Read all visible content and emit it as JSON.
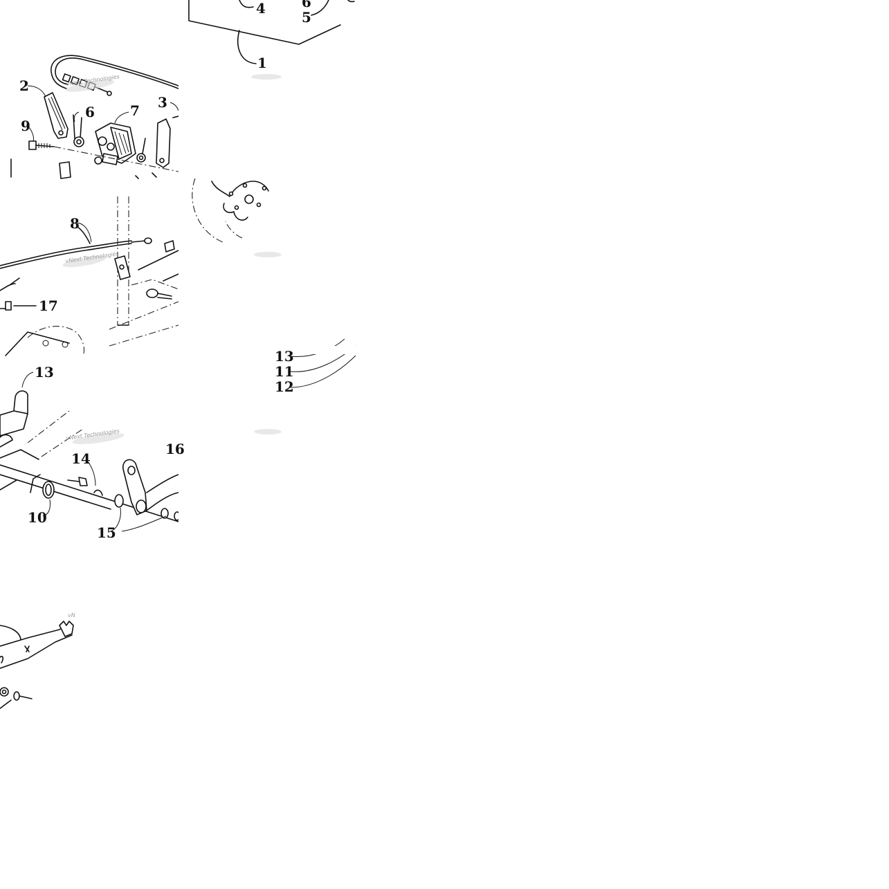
{
  "diagram": {
    "callouts": {
      "c1": "1",
      "c2": "2",
      "c3": "3",
      "c4": "4",
      "c5": "5",
      "c6_top": "6",
      "c6_mid": "6",
      "c7": "7",
      "c8": "8",
      "c9": "9",
      "c10": "10",
      "c11": "11",
      "c12": "12",
      "c13_top": "13",
      "c13_cut": "13",
      "c14": "14",
      "c15": "15",
      "c16": "16",
      "c17": "17"
    },
    "watermarks": {
      "w1": "vNext Technologies",
      "w2": "vNext Technologies",
      "w3": "vNext Technologies",
      "w4": "vN"
    }
  }
}
